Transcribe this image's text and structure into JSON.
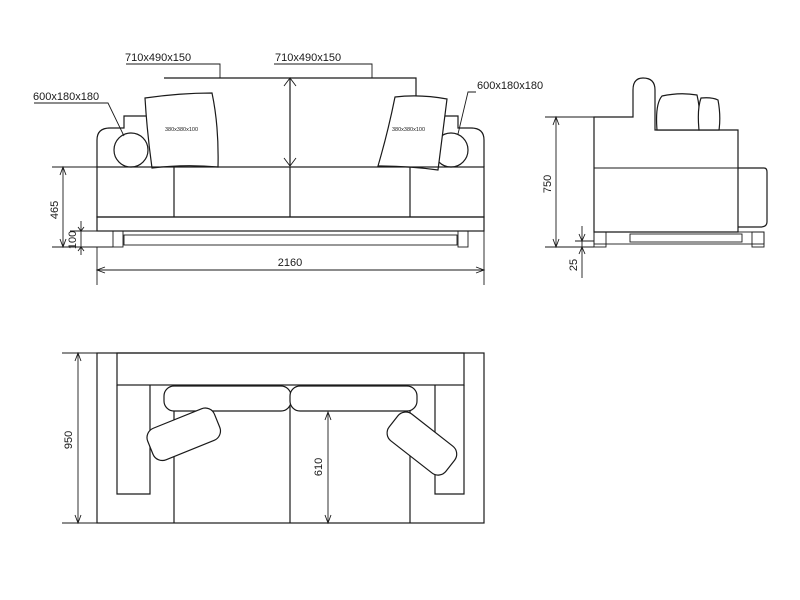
{
  "front_view": {
    "label_cushion_left": "710x490x150",
    "label_cushion_right": "710x490x150",
    "label_roll_left": "600x180x180",
    "label_roll_right": "600x180x180",
    "label_pillow_left": "380x380x100",
    "label_pillow_right": "380x380x100",
    "dim_seat_height": "465",
    "dim_base_height": "100",
    "dim_width": "2160"
  },
  "side_view": {
    "dim_height": "750",
    "dim_clearance": "25"
  },
  "top_view": {
    "dim_depth": "950",
    "dim_seat_depth": "610"
  }
}
